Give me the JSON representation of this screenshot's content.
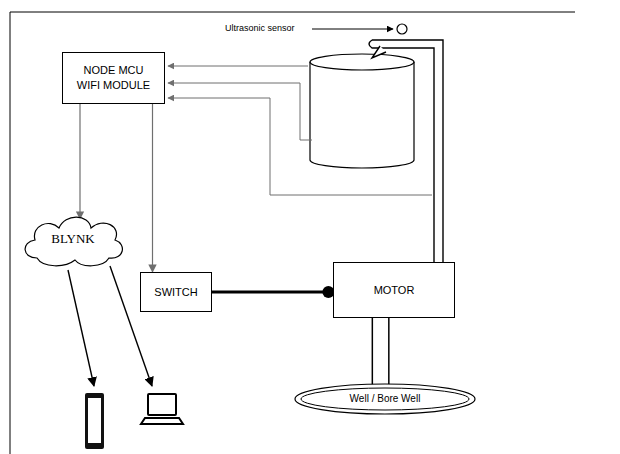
{
  "diagram": {
    "nodes": [
      {
        "text": [
          "NODE MCU WIFI MODULE"
        ]
      },
      {
        "text": [
          "BLYNK"
        ]
      },
      {
        "text": [
          "SWITCH"
        ]
      },
      {
        "text": [
          "MOTOR"
        ]
      },
      {
        "text": [
          "Well / Bore Well"
        ]
      }
    ],
    "edges": [
      {
        "from": 0,
        "to": 1,
        "arrow": "to"
      },
      {
        "from": 0,
        "to": 2,
        "arrow": "to"
      },
      {
        "from": 2,
        "to": 3,
        "arrow": "to"
      },
      {
        "from": 3,
        "to": 4,
        "arrow": "none"
      }
    ],
    "labels": [
      "Ultrasonic sensor"
    ]
  }
}
